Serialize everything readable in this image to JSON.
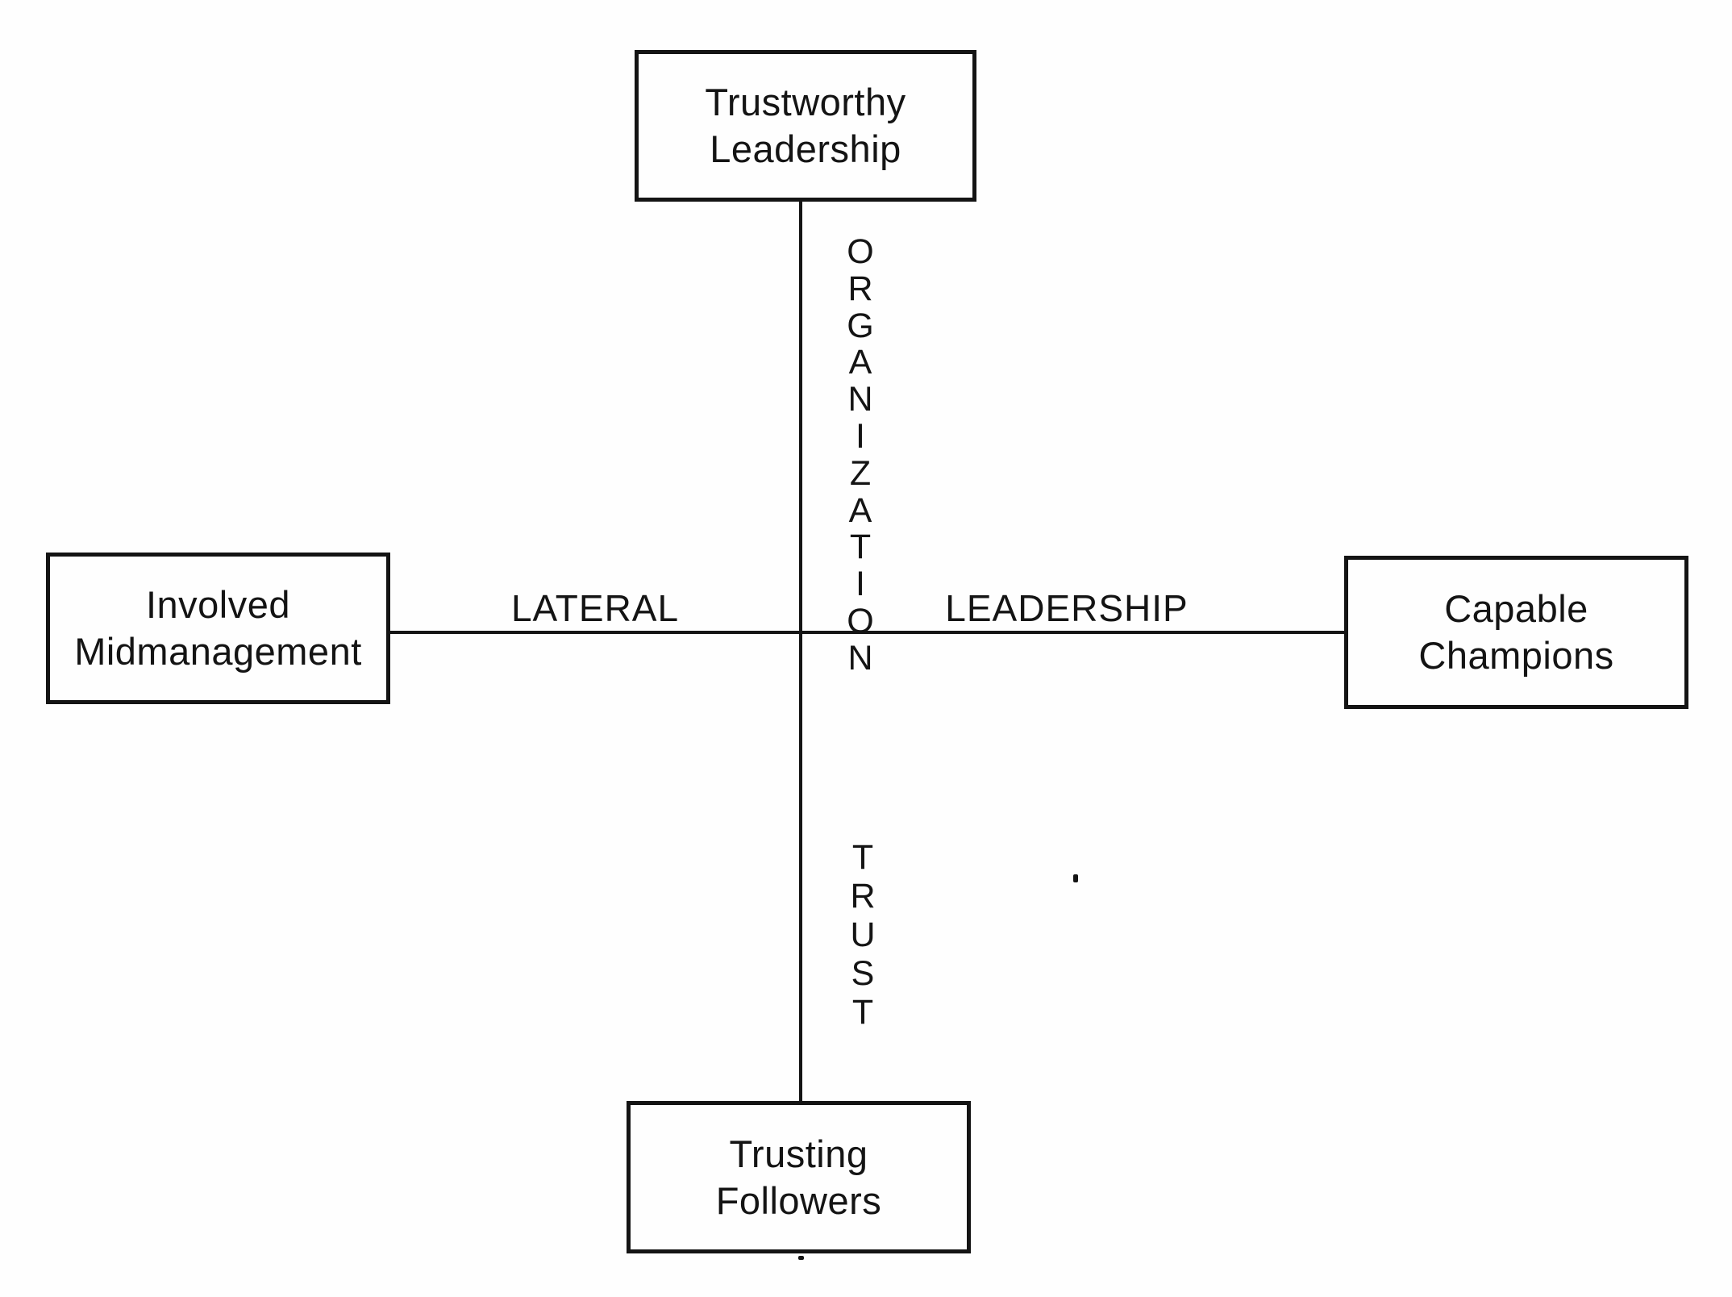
{
  "colors": {
    "ink": "#141414",
    "background": "#fefefe"
  },
  "boxes": {
    "top": {
      "line1": "Trustworthy",
      "line2": "Leadership"
    },
    "left": {
      "line1": "Involved",
      "line2": "Midmanagement"
    },
    "right": {
      "line1": "Capable",
      "line2": "Champions"
    },
    "bottom": {
      "line1": "Trusting",
      "line2": "Followers"
    }
  },
  "axis_labels": {
    "horizontal_left": "LATERAL",
    "horizontal_right": "LEADERSHIP",
    "vertical_upper": "ORGANIZATION",
    "vertical_lower": "TRUST"
  }
}
